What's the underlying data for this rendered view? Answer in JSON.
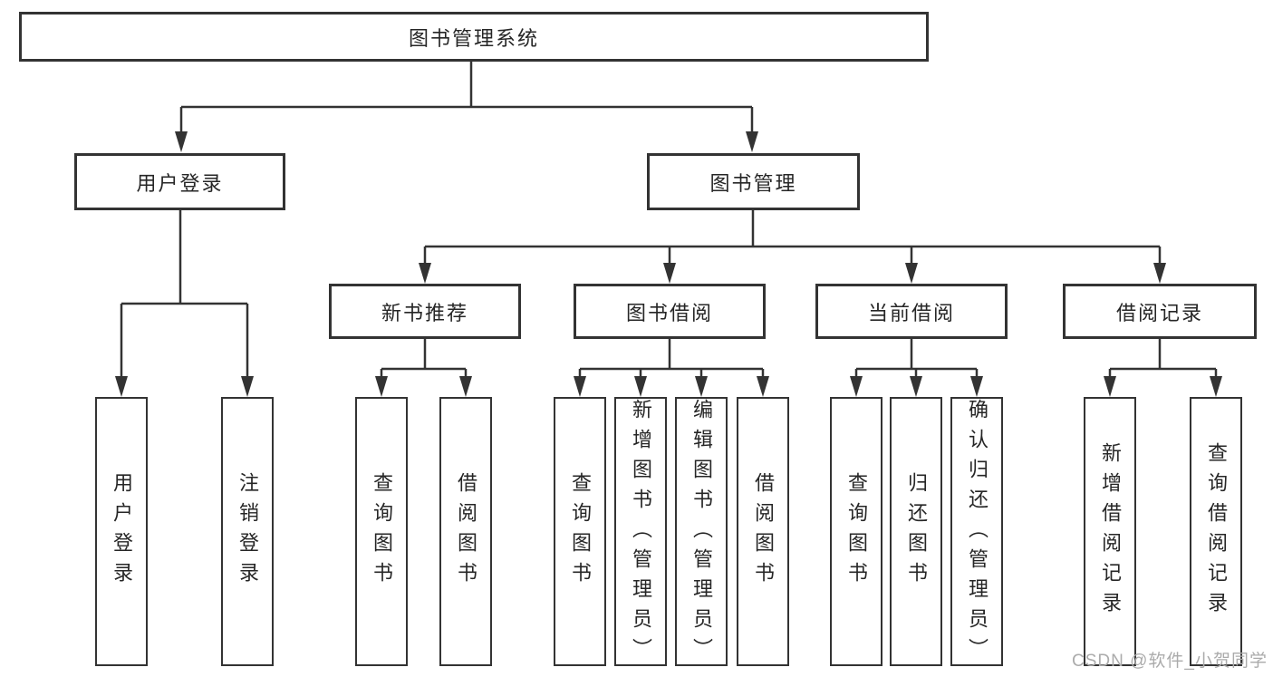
{
  "tree": {
    "root": {
      "label": "图书管理系统",
      "children": [
        {
          "label": "用户登录",
          "children": [
            {
              "label": "用户登录"
            },
            {
              "label": "注销登录"
            }
          ]
        },
        {
          "label": "图书管理",
          "children": [
            {
              "label": "新书推荐",
              "children": [
                {
                  "label": "查询图书"
                },
                {
                  "label": "借阅图书"
                }
              ]
            },
            {
              "label": "图书借阅",
              "children": [
                {
                  "label": "查询图书"
                },
                {
                  "label": "新增图书（管理员）"
                },
                {
                  "label": "编辑图书（管理员）"
                },
                {
                  "label": "借阅图书"
                }
              ]
            },
            {
              "label": "当前借阅",
              "children": [
                {
                  "label": "查询图书"
                },
                {
                  "label": "归还图书"
                },
                {
                  "label": "确认归还（管理员）"
                }
              ]
            },
            {
              "label": "借阅记录",
              "children": [
                {
                  "label": "新增借阅记录"
                },
                {
                  "label": "查询借阅记录"
                }
              ]
            }
          ]
        }
      ]
    }
  },
  "watermark": {
    "text": "CSDN @软件_小贺同学"
  },
  "colors": {
    "line": "#333333",
    "box_border": "#333333",
    "text": "#262626",
    "watermark": "#ababab",
    "background": "#ffffff"
  }
}
